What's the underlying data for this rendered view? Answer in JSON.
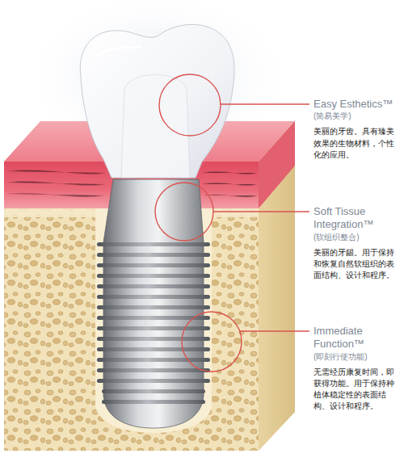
{
  "diagram": {
    "labels": [
      "Easy Esthetics™",
      "(简易美学)",
      "美丽的牙齿。具有臻美效果的生物材料，个性化的应用。",
      "Soft Tissue Integration™",
      "(软组织整合)",
      "美丽的牙龈。用于保持和恢复自然软组织的表面结构、设计和程序。",
      "Immediate Function™",
      "(即刻行使功能)",
      "无需经历康复时间，即获得功能。用于保持种植体稳定性的表面结构、设计和程序。"
    ]
  }
}
